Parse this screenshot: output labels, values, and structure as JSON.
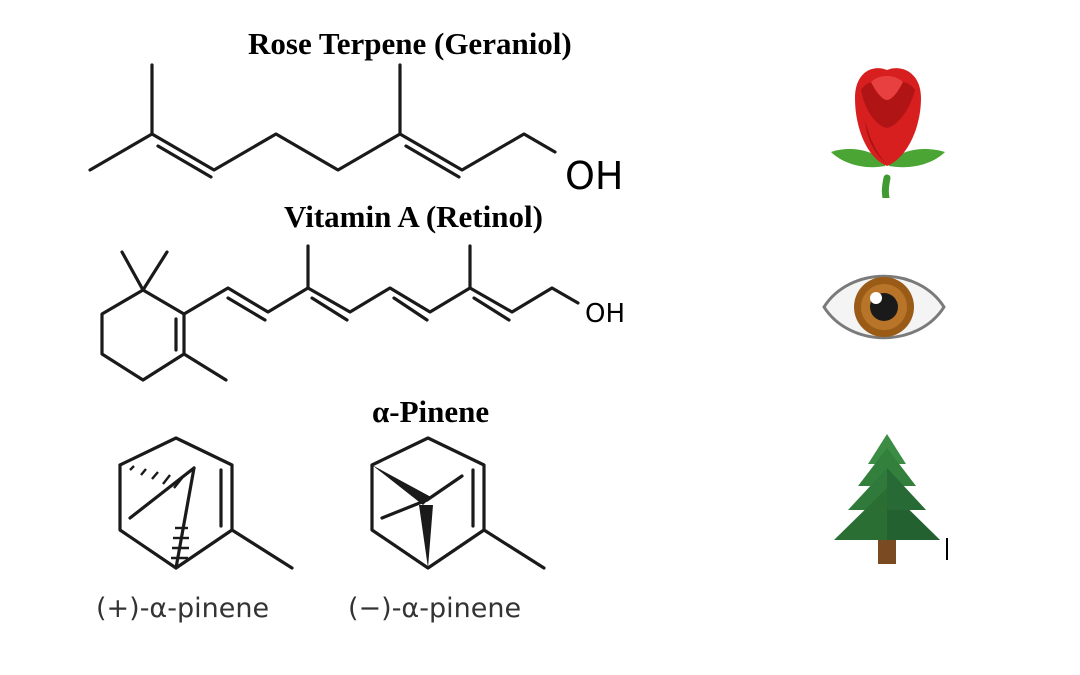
{
  "molecules": [
    {
      "title": "Rose Terpene (Geraniol)",
      "atom_label": "OH",
      "icon": "rose-icon"
    },
    {
      "title": "Vitamin A (Retinol)",
      "atom_label": "OH",
      "icon": "eye-icon"
    },
    {
      "title": "α-Pinene",
      "icon": "pine-tree-icon",
      "enantiomers": [
        "(+)-α-pinene",
        "(−)-α-pinene"
      ]
    }
  ],
  "colors": {
    "rose_red": "#d81f1f",
    "leaf_green": "#3f9b2f",
    "iris_brown": "#9a5b16",
    "tree_green": "#2f7a3a",
    "trunk_brown": "#7a4a22"
  }
}
